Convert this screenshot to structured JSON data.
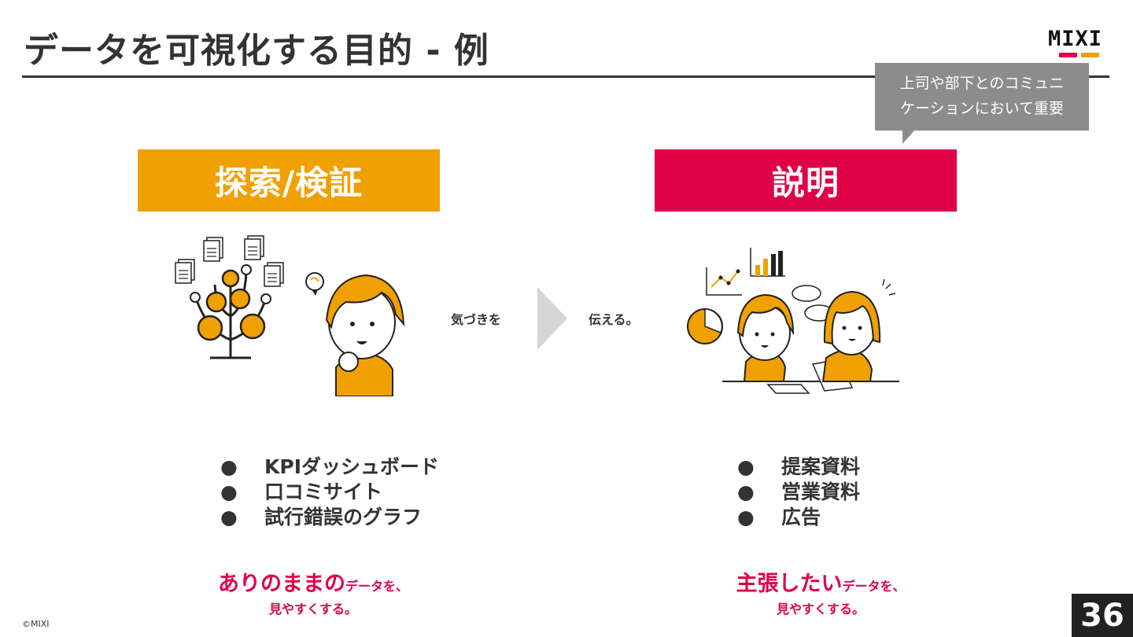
{
  "slide": {
    "title": "データを可視化する目的 - 例",
    "logo_text": "MIXI",
    "colors": {
      "orange": "#f0a000",
      "magenta": "#e00049",
      "gray": "#8c8c8c",
      "dark": "#333333"
    },
    "callout": {
      "line1": "上司や部下とのコミュニ",
      "line2": "ケーションにおいて重要"
    },
    "left": {
      "label": "探索/検証",
      "illustration_icon": "data-tree-and-thinking-person-icon",
      "bullets": [
        "KPIダッシュボード",
        "口コミサイト",
        "試行錯誤のグラフ"
      ],
      "bullet_marker": "●",
      "conclusion_emph": "ありのままの",
      "conclusion_rest": "データを、",
      "conclusion_line2": "見やすくする。"
    },
    "middle": {
      "before": "気づきを",
      "after": "伝える。",
      "arrow_icon": "chevron-right-icon"
    },
    "right": {
      "label": "説明",
      "illustration_icon": "presentation-meeting-icon",
      "bullets": [
        "提案資料",
        "営業資料",
        "広告"
      ],
      "bullet_marker": "●",
      "conclusion_emph": "主張したい",
      "conclusion_rest": "データを、",
      "conclusion_line2": "見やすくする。"
    },
    "copyright": "©MIXI",
    "page_number": "36"
  }
}
